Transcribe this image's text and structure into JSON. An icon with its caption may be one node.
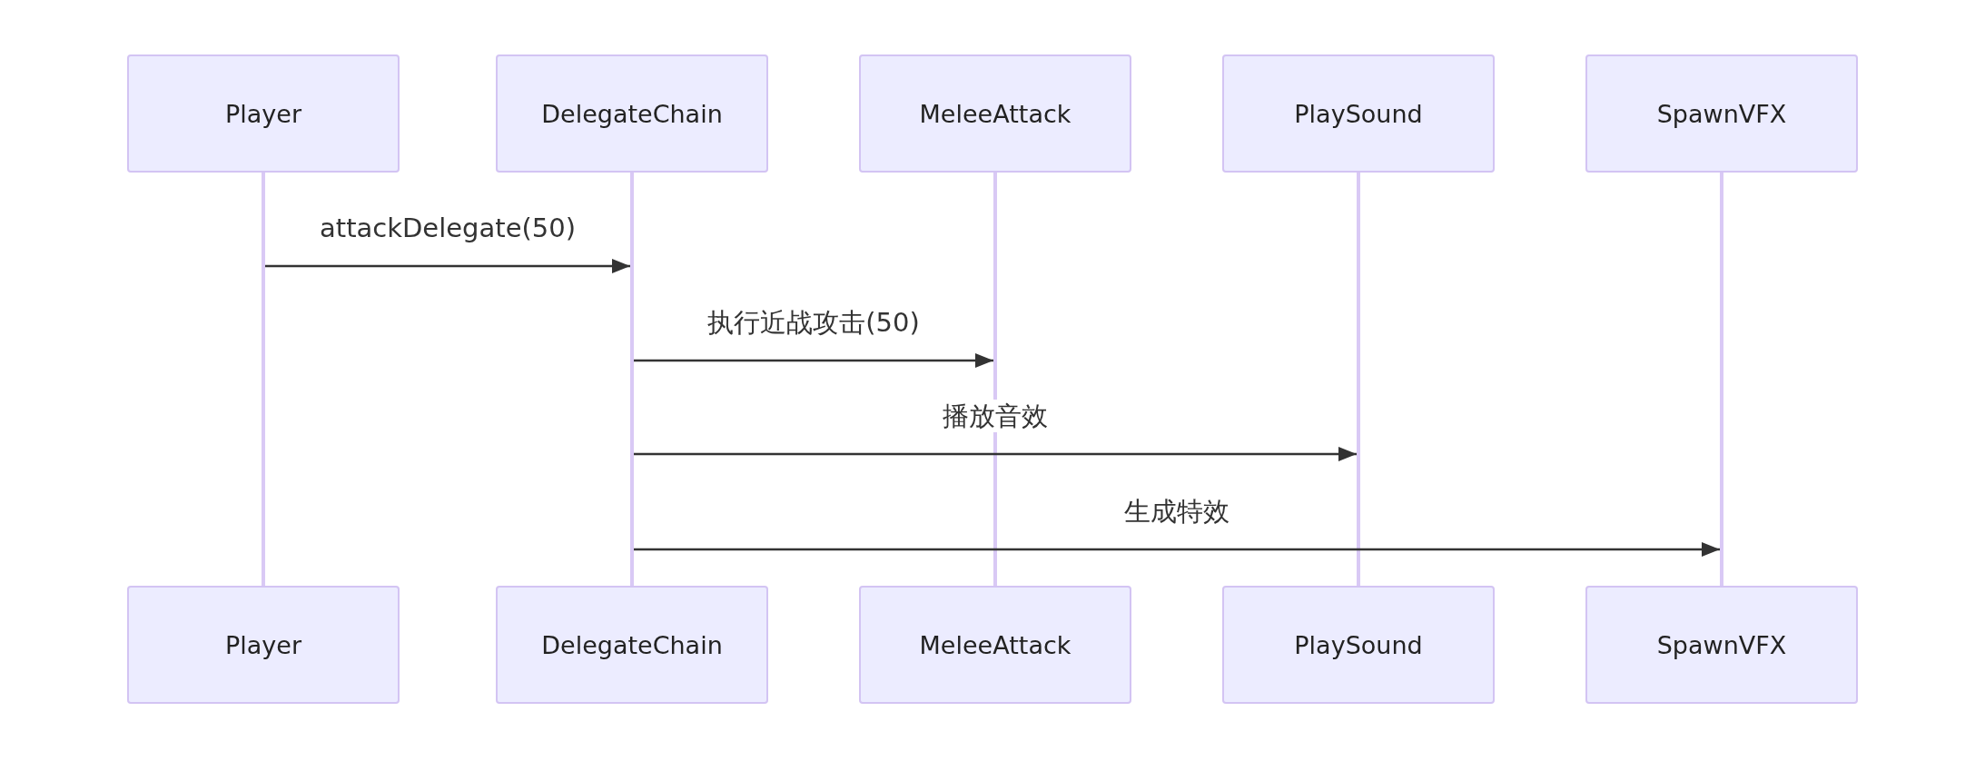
{
  "diagram": {
    "nodes": [
      {
        "text": [
          "Player"
        ]
      },
      {
        "text": [
          "DelegateChain"
        ]
      },
      {
        "text": [
          "MeleeAttack"
        ]
      },
      {
        "text": [
          "PlaySound"
        ]
      },
      {
        "text": [
          "SpawnVFX"
        ]
      },
      {
        "text": [],
        "shape": "bar"
      },
      {
        "text": [],
        "shape": "bar"
      },
      {
        "text": [],
        "shape": "bar"
      },
      {
        "text": [],
        "shape": "bar"
      },
      {
        "text": [],
        "shape": "bar"
      },
      {
        "text": [
          "Player"
        ]
      },
      {
        "text": [
          "DelegateChain"
        ]
      },
      {
        "text": [
          "MeleeAttack"
        ]
      },
      {
        "text": [
          "PlaySound"
        ]
      },
      {
        "text": [
          "SpawnVFX"
        ]
      }
    ],
    "edges": [
      {
        "from": 5,
        "to": 6,
        "arrow": "to",
        "label": "attackDelegate(50)"
      },
      {
        "from": 6,
        "to": 7,
        "arrow": "to",
        "label": "执行近战攻击(50)"
      },
      {
        "from": 6,
        "to": 8,
        "arrow": "to",
        "label": "播放音效"
      },
      {
        "from": 6,
        "to": 9,
        "arrow": "to",
        "label": "生成特效"
      }
    ]
  }
}
